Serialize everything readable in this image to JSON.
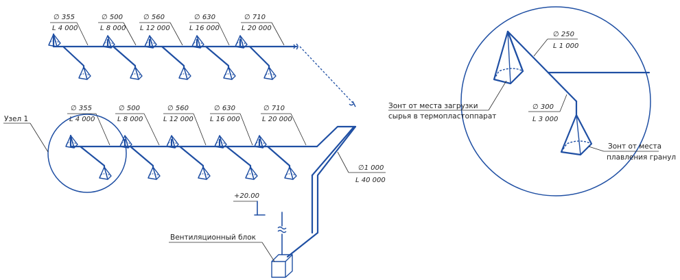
{
  "colors": {
    "line": "#1f4fa3",
    "text": "#222222"
  },
  "row1": [
    {
      "d": "∅ 355",
      "l": "L 4 000"
    },
    {
      "d": "∅ 500",
      "l": "L 8 000"
    },
    {
      "d": "∅ 560",
      "l": "L 12 000"
    },
    {
      "d": "∅ 630",
      "l": "L 16 000"
    },
    {
      "d": "∅ 710",
      "l": "L 20 000"
    }
  ],
  "row2": [
    {
      "d": "∅ 355",
      "l": "L 4 000"
    },
    {
      "d": "∅ 500",
      "l": "L 8 000"
    },
    {
      "d": "∅ 560",
      "l": "L 12 000"
    },
    {
      "d": "∅ 630",
      "l": "L 16 000"
    },
    {
      "d": "∅ 710",
      "l": "L 20 000"
    }
  ],
  "main_duct": {
    "d": "∅1 000",
    "l": "L 40 000"
  },
  "elevation": "+20.00",
  "node_label": "Узел 1",
  "vent_unit": "Вентиляционный блок",
  "detail": {
    "top": {
      "d": "∅ 250",
      "l": "L 1 000"
    },
    "mid": {
      "d": "∅ 300",
      "l": "L 3 000"
    },
    "hood_load_1": "Зонт от места загрузки",
    "hood_load_2": "сырья в термопластоппарат",
    "hood_melt_1": "Зонт от места",
    "hood_melt_2": "плавления гранул"
  }
}
